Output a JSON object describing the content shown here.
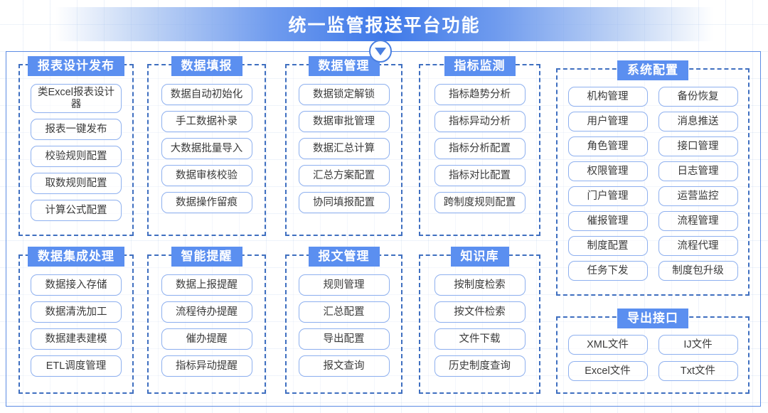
{
  "header": {
    "title": "统一监管报送平台功能",
    "chevron_icon": "chevron-down-icon"
  },
  "panels": [
    {
      "id": "report",
      "title": "报表设计发布",
      "items": [
        "类Excel报表设计器",
        "报表一键发布",
        "校验规则配置",
        "取数规则配置",
        "计算公式配置"
      ]
    },
    {
      "id": "fill",
      "title": "数据填报",
      "items": [
        "数据自动初始化",
        "手工数据补录",
        "大数据批量导入",
        "数据审核校验",
        "数据操作留痕"
      ]
    },
    {
      "id": "manage",
      "title": "数据管理",
      "items": [
        "数据锁定解锁",
        "数据审批管理",
        "数据汇总计算",
        "汇总方案配置",
        "协同填报配置"
      ]
    },
    {
      "id": "indicator",
      "title": "指标监测",
      "items": [
        "指标趋势分析",
        "指标异动分析",
        "指标分析配置",
        "指标对比配置",
        "跨制度规则配置"
      ]
    },
    {
      "id": "integrate",
      "title": "数据集成处理",
      "items": [
        "数据接入存储",
        "数据清洗加工",
        "数据建表建模",
        "ETL调度管理"
      ]
    },
    {
      "id": "remind",
      "title": "智能提醒",
      "items": [
        "数据上报提醒",
        "流程待办提醒",
        "催办提醒",
        "指标异动提醒"
      ]
    },
    {
      "id": "message",
      "title": "报文管理",
      "items": [
        "规则管理",
        "汇总配置",
        "导出配置",
        "报文查询"
      ]
    },
    {
      "id": "knowledge",
      "title": "知识库",
      "items": [
        "按制度检索",
        "按文件检索",
        "文件下载",
        "历史制度查询"
      ]
    },
    {
      "id": "sysconfig",
      "title": "系统配置",
      "items": [
        "机构管理",
        "备份恢复",
        "用户管理",
        "消息推送",
        "角色管理",
        "接口管理",
        "权限管理",
        "日志管理",
        "门户管理",
        "运营监控",
        "催报管理",
        "流程管理",
        "制度配置",
        "流程代理",
        "任务下发",
        "制度包升级"
      ]
    },
    {
      "id": "export",
      "title": "导出接口",
      "items": [
        "XML文件",
        "IJ文件",
        "Excel文件",
        "Txt文件"
      ]
    }
  ],
  "colors": {
    "banner_accent": "#3f79e8",
    "panel_header": "#5b8ff0",
    "panel_border": "#3f6fc0",
    "pill_border": "#8eb0ef",
    "frame_border": "#5c8ce4",
    "grid_line": "#7aa0dc"
  }
}
